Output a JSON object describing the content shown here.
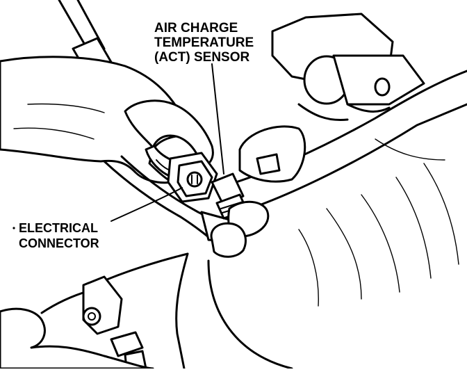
{
  "labels": {
    "act_line1": "AIR CHARGE",
    "act_line2": "TEMPERATURE",
    "act_line3": "(ACT) SENSOR",
    "connector_line1": "ELECTRICAL",
    "connector_line2": "CONNECTOR"
  },
  "colors": {
    "ink": "#000000",
    "paper": "#ffffff"
  }
}
